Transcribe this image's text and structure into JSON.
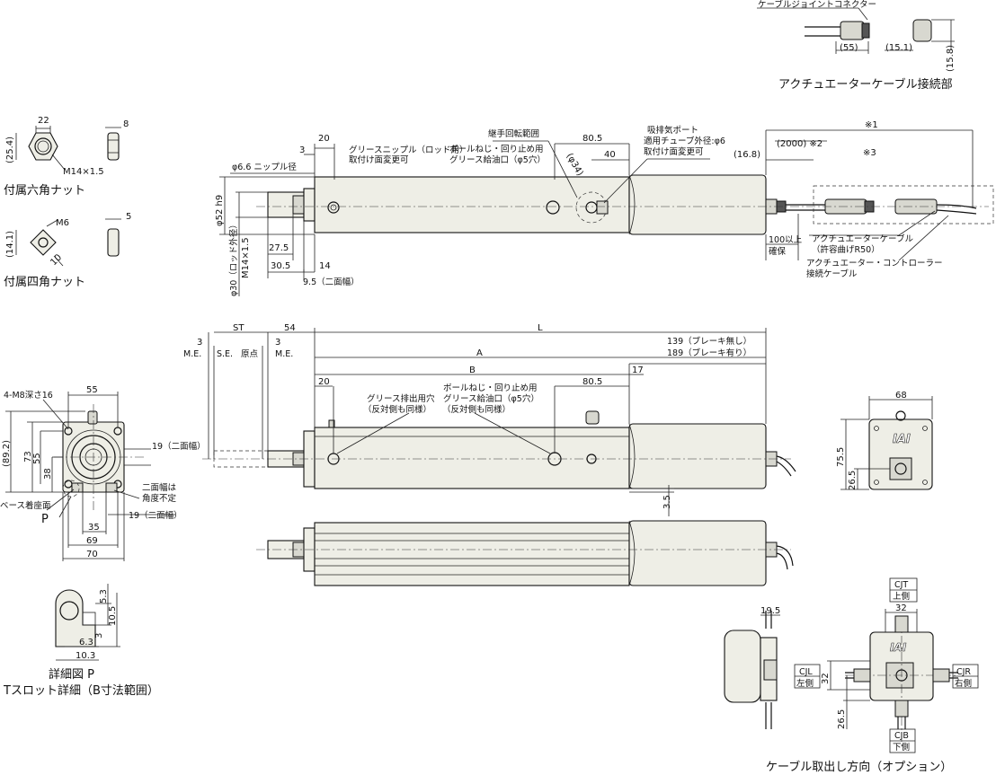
{
  "captions": {
    "cable_connection": "アクチュエーターケーブル接続部",
    "hex_nut": "付属六角ナット",
    "square_nut": "付属四角ナット",
    "detail_p": "詳細図 P",
    "tslot_detail": "Tスロット詳細（B寸法範囲）",
    "cable_exit": "ケーブル取出し方向（オプション）"
  },
  "cable_joint": {
    "connector_label": "ケーブルジョイントコネクター",
    "dim_55": "(55)",
    "dim_15_1": "(15.1)",
    "dim_15_8": "(15.8)"
  },
  "hex_nut": {
    "w": "22",
    "h": "(25.4)",
    "t": "8",
    "thread": "M14×1.5"
  },
  "square_nut": {
    "thread": "M6",
    "h": "(14.1)",
    "w": "10",
    "t": "5"
  },
  "top_view": {
    "d20": "20",
    "d3": "3",
    "phi66": "φ6.6 ニップル径",
    "grease_nipple_1": "グリースニップル（ロッド用）",
    "grease_nipple_2": "取付け面変更可",
    "joint_range": "継手回転範囲",
    "ball_1": "ボールねじ・回り止め用",
    "ball_2": "グリース給油口（φ5穴）",
    "d805": "80.5",
    "d40": "40",
    "phi34": "(φ34)",
    "port_1": "吸排気ポート",
    "port_2": "適用チューブ外径:φ6",
    "port_3": "取付け面変更可",
    "d2000": "(2000) ※2",
    "d168": "(16.8)",
    "note1": "※1",
    "note3": "※3",
    "phi52": "φ52 h9",
    "phi30": "φ30（ロッド外径）",
    "m14": "M14×1.5",
    "d275": "27.5",
    "d305": "30.5",
    "d14": "14",
    "d95": "9.5（二面幅）",
    "d100": "100以上",
    "d100b": "確保",
    "act_cable_1": "アクチュエーターケーブル",
    "act_cable_2": "（許容曲げR50）",
    "ctl_cable_1": "アクチュエーター・コントローラー",
    "ctl_cable_2": "接続ケーブル"
  },
  "main_view": {
    "st": "ST",
    "d54": "54",
    "L": "L",
    "d3a": "3",
    "d3b": "3",
    "me1": "M.E.",
    "se": "S.E.",
    "origin": "原点",
    "me2": "M.E.",
    "A": "A",
    "B": "B",
    "d139": "139（ブレーキ無し）",
    "d189": "189（ブレーキ有り）",
    "d17": "17",
    "d20": "20",
    "d805": "80.5",
    "grease_out_1": "グリース排出用穴",
    "grease_out_2": "（反対側も同様）",
    "ball_1": "ボールねじ・回り止め用",
    "ball_2": "グリース給油口（φ5穴）",
    "ball_3": "（反対側も同様）",
    "d35": "3.5"
  },
  "end_view": {
    "tap": "4-M8深さ16",
    "d55": "55",
    "d892": "(89.2)",
    "d73": "73",
    "d55v": "55",
    "d38": "38",
    "d19a": "19（二面幅）",
    "flat_1": "二面幅は",
    "flat_2": "角度不定",
    "base": "ベース着座面",
    "P": "P",
    "d19b": "19（二面幅）",
    "d35": "35",
    "d69": "69",
    "d70": "70"
  },
  "right_end": {
    "d68": "68",
    "d755": "75.5",
    "d265": "26.5"
  },
  "detail_p": {
    "d53": "5.3",
    "d105": "10.5",
    "d3": "3",
    "d63": "6.3",
    "d103": "10.3"
  },
  "cable_dir": {
    "d195": "19.5",
    "cjt": "CJT",
    "top": "上側",
    "d32": "32",
    "cjl": "CJL",
    "left": "左側",
    "cjr": "CJR",
    "right": "右側",
    "d32v": "32",
    "d265": "26.5",
    "cjb": "CJB",
    "bottom": "下側",
    "logo": "IAI"
  },
  "logo": "IAI"
}
